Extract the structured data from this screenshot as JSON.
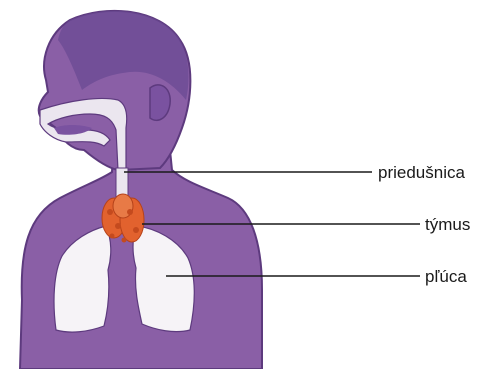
{
  "labels": {
    "trachea": "priedušnica",
    "thymus": "týmus",
    "lungs": "pľúca"
  },
  "colors": {
    "skin": "#8a5fa6",
    "skin_dark": "#5d3a7e",
    "skin_light": "#b79acb",
    "hair": "#6a4a93",
    "airway": "#ebe6ef",
    "lungs": "#f6f3f7",
    "thymus": "#e2622e",
    "line": "#1a1a1a"
  }
}
